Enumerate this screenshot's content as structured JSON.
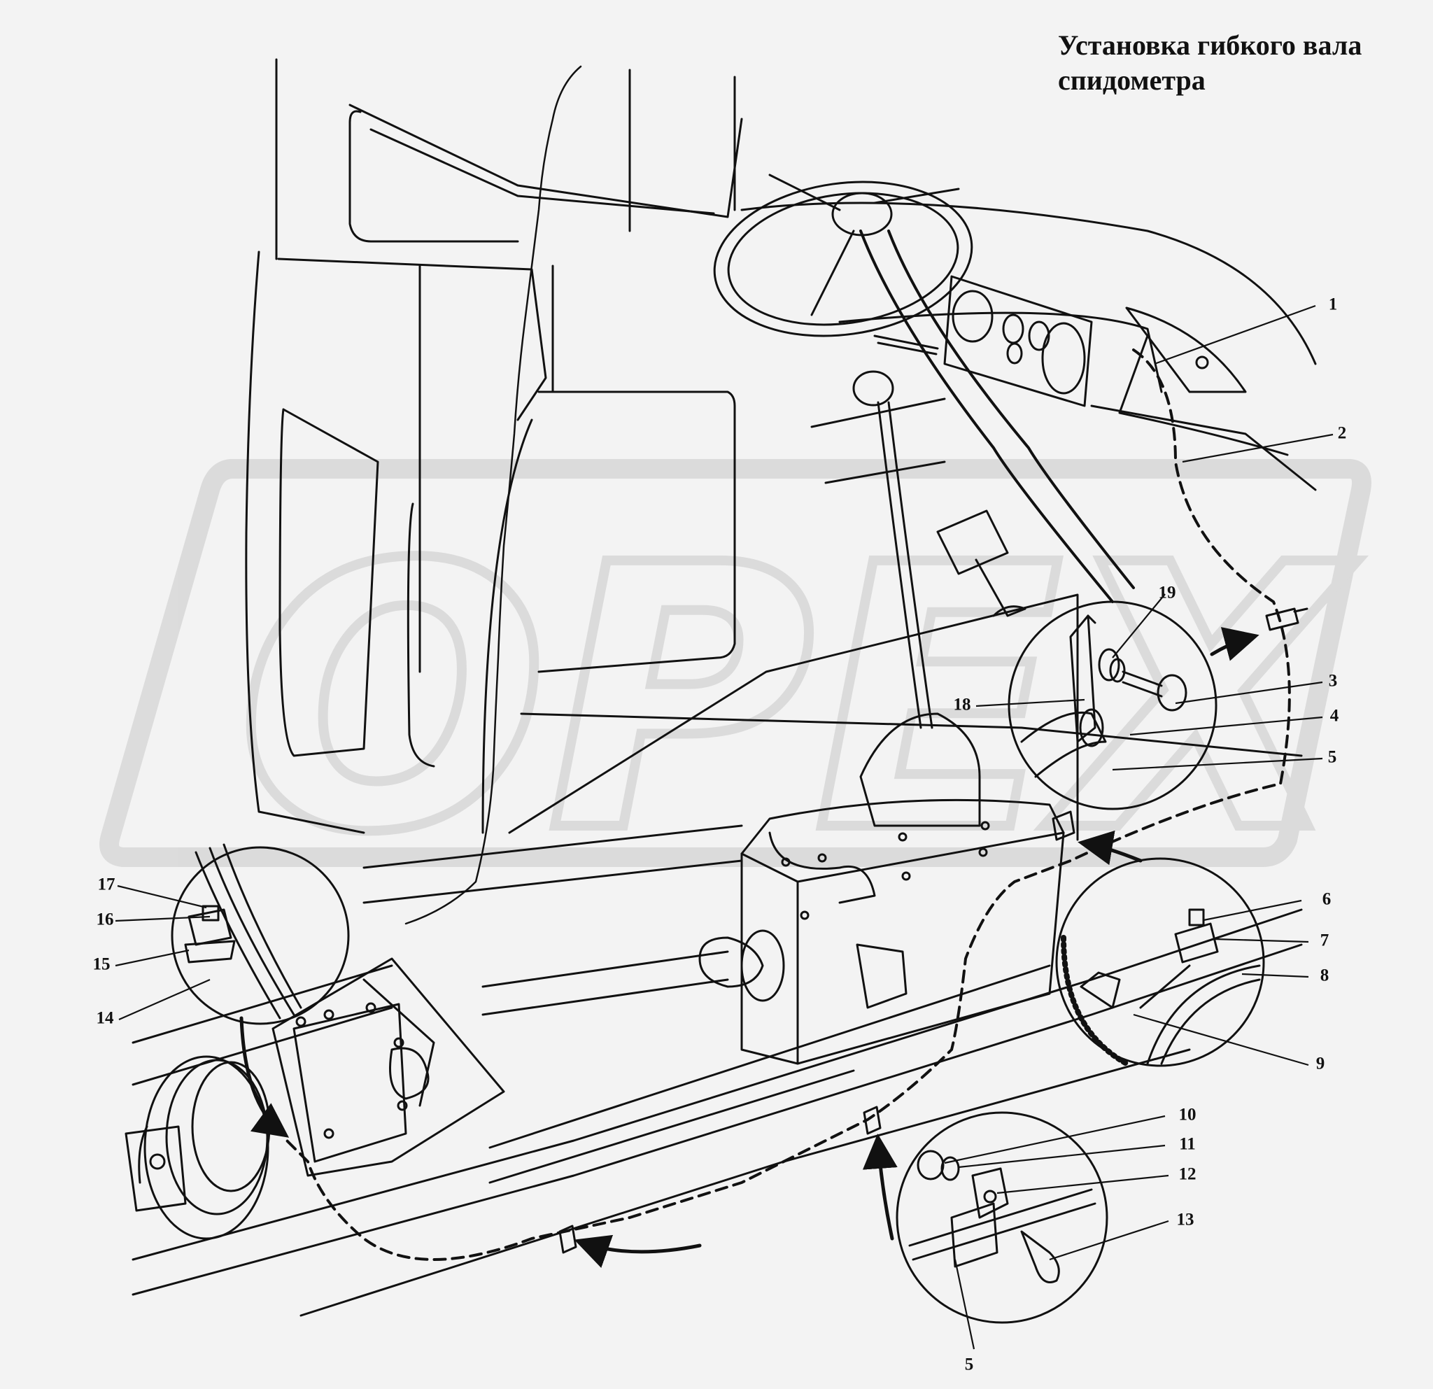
{
  "title": {
    "line1": "Установка гибкого вала",
    "line2": "спидометра"
  },
  "watermark": "OPEX",
  "callouts": [
    "1",
    "2",
    "3",
    "4",
    "5",
    "6",
    "7",
    "8",
    "9",
    "10",
    "11",
    "12",
    "13",
    "14",
    "15",
    "16",
    "17",
    "18",
    "19",
    "5"
  ]
}
